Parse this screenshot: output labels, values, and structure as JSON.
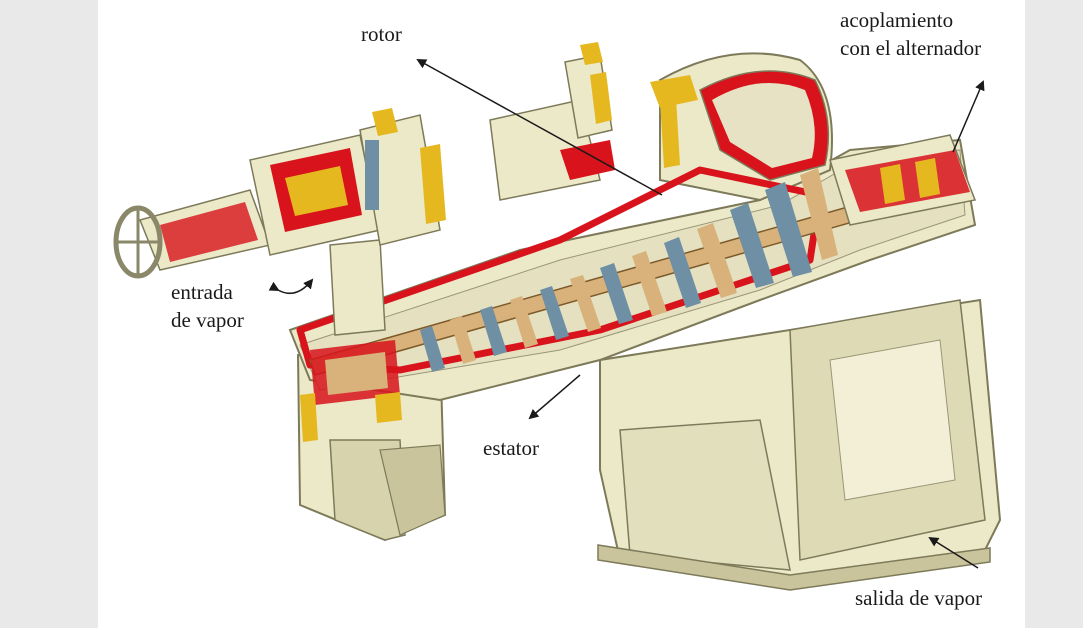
{
  "labels": {
    "rotor": "rotor",
    "acoplamiento_line1": "acoplamiento",
    "acoplamiento_line2": "con el alternador",
    "entrada_line1": "entrada",
    "entrada_line2": "de vapor",
    "estator": "estator",
    "salida": "salida de vapor"
  },
  "colors": {
    "background": "#e9e9e9",
    "panel": "#ffffff",
    "casing": "#ece9c9",
    "casing_shadow": "#c9c49c",
    "cutaway_red": "#d8131b",
    "fittings_yellow": "#e6b820",
    "blades_blue": "#6e8fa4",
    "rotor_tan": "#d8b27a"
  }
}
